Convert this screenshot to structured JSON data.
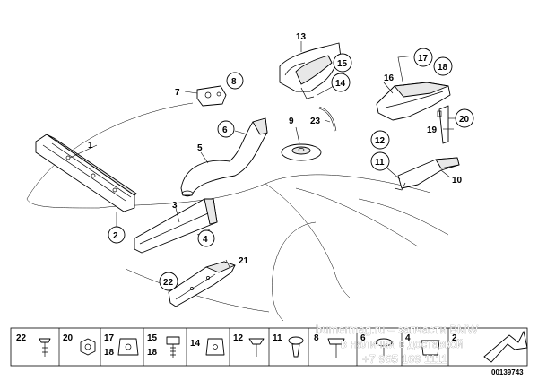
{
  "parts": {
    "p1": "1",
    "p2": "2",
    "p3": "3",
    "p4": "4",
    "p5": "5",
    "p6": "6",
    "p7": "7",
    "p8": "8",
    "p9": "9",
    "p10": "10",
    "p11": "11",
    "p12": "12",
    "p13": "13",
    "p14": "14",
    "p15": "15",
    "p16": "16",
    "p17": "17",
    "p18": "18",
    "p19": "19",
    "p20": "20",
    "p21": "21",
    "p22": "22",
    "p23": "23"
  },
  "strip": {
    "s22": "22",
    "s20": "20",
    "s17": "17",
    "s18a": "18",
    "s15": "15",
    "s18b": "18",
    "s14": "14",
    "s12": "12",
    "s11": "11",
    "s8": "8",
    "s6": "6",
    "s4": "4",
    "s22b": "2"
  },
  "watermark": {
    "line1": "bumermag.ru – запчасти BMW",
    "line2": "в наличии с доставкой",
    "line3": "+7 965 169 1111"
  },
  "doc_number": "00139743"
}
